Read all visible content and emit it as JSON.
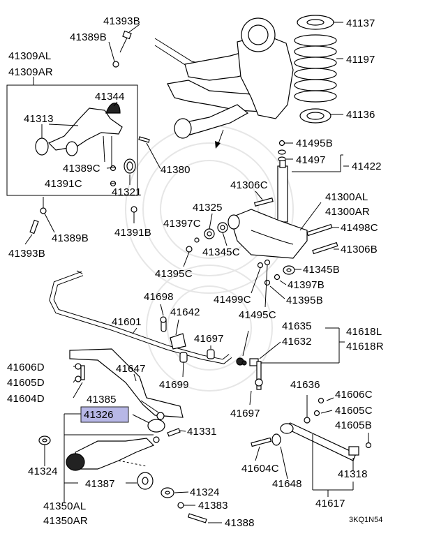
{
  "diagram_code": "3KQ1N54",
  "highlight": {
    "part": "41326",
    "color": "#b7b7e6"
  },
  "labels": {
    "l41393B_top": "41393B",
    "l41389B_top": "41389B",
    "l41309AL": "41309AL",
    "l41309AR": "41309AR",
    "l41344": "41344",
    "l41313": "41313",
    "l41389C": "41389C",
    "l41391C": "41391C",
    "l41321": "41321",
    "l41380": "41380",
    "l41389B_bot": "41389B",
    "l41393B_bot": "41393B",
    "l41391B": "41391B",
    "l41137": "41137",
    "l41197": "41197",
    "l41136": "41136",
    "l41495B": "41495B",
    "l41497": "41497",
    "l41422": "41422",
    "l41306C": "41306C",
    "l41300AL": "41300AL",
    "l41300AR": "41300AR",
    "l41325": "41325",
    "l41397C": "41397C",
    "l41345C": "41345C",
    "l41498C": "41498C",
    "l41306B": "41306B",
    "l41395C": "41395C",
    "l41345B": "41345B",
    "l41397B": "41397B",
    "l41499C": "41499C",
    "l41395B": "41395B",
    "l41495C": "41495C",
    "l41698": "41698",
    "l41642": "41642",
    "l41601": "41601",
    "l41697_a": "41697",
    "l41635": "41635",
    "l41632": "41632",
    "l41618L": "41618L",
    "l41618R": "41618R",
    "l41606D": "41606D",
    "l41605D": "41605D",
    "l41604D": "41604D",
    "l41647": "41647",
    "l41699": "41699",
    "l41697_b": "41697",
    "l41385": "41385",
    "l41326": "41326",
    "l41331": "41331",
    "l41636": "41636",
    "l41606C": "41606C",
    "l41605C": "41605C",
    "l41605B": "41605B",
    "l41324_a": "41324",
    "l41387": "41387",
    "l41604C": "41604C",
    "l41648": "41648",
    "l41318": "41318",
    "l41324_b": "41324",
    "l41383": "41383",
    "l41350AL": "41350AL",
    "l41350AR": "41350AR",
    "l41388": "41388",
    "l41617": "41617"
  }
}
